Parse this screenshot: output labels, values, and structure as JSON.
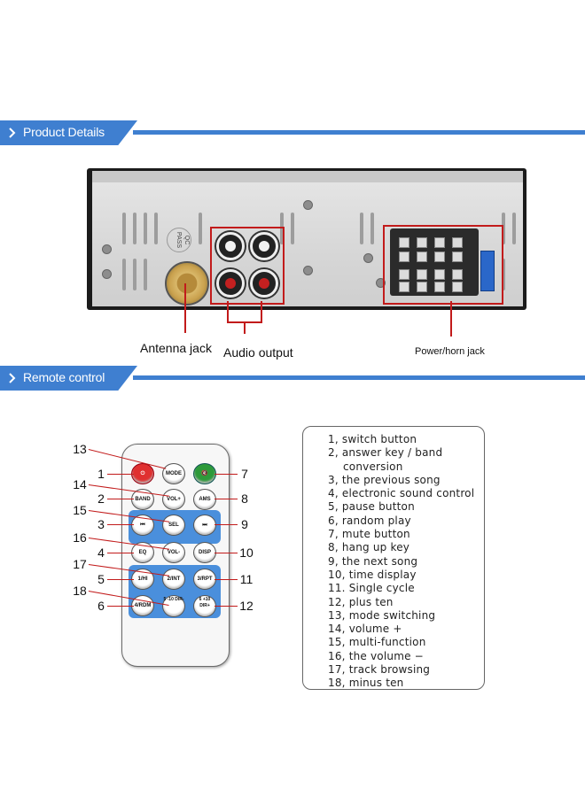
{
  "sections": {
    "product_details": "Product Details",
    "remote_control": "Remote control"
  },
  "unit": {
    "qc_stamp": "QC\nPASS",
    "labels": {
      "antenna": "Antenna jack",
      "audio": "Audio output",
      "power": "Power/horn jack"
    }
  },
  "remote": {
    "buttons": {
      "power": "",
      "mode": "MODE",
      "mute": "",
      "band": "BAND",
      "vol_plus": "VOL+",
      "ams": "AMS",
      "prev": "⏮",
      "sel": "SEL",
      "next": "⏭",
      "eq": "EQ",
      "vol_minus": "VOL-",
      "disp": "DISP",
      "one_hi": "1/HI",
      "two_int": "2/INT",
      "three_rpt": "3/RPT",
      "four_rdm": "4/RDM",
      "five": "5 -10 DIR-",
      "six": "6 +10 DIR+"
    },
    "callouts": [
      "1",
      "2",
      "3",
      "4",
      "5",
      "6",
      "7",
      "8",
      "9",
      "10",
      "11",
      "12",
      "13",
      "14",
      "15",
      "16",
      "17",
      "18"
    ]
  },
  "legend": [
    "1, switch button",
    "2, answer key / band",
    "conversion",
    "3, the previous song",
    "4, electronic sound control",
    "5, pause button",
    "6, random play",
    "7, mute button",
    "8, hang up key",
    "9, the next song",
    "10, time display",
    "11. Single cycle",
    "12, plus ten",
    "13, mode switching",
    "14, volume +",
    "15, multi-function",
    "16, the volume −",
    "17, track browsing",
    "18, minus ten"
  ],
  "colors": {
    "banner": "#3f7fd0",
    "callout": "#c21b1b",
    "keypad": "#4a8fdc"
  }
}
